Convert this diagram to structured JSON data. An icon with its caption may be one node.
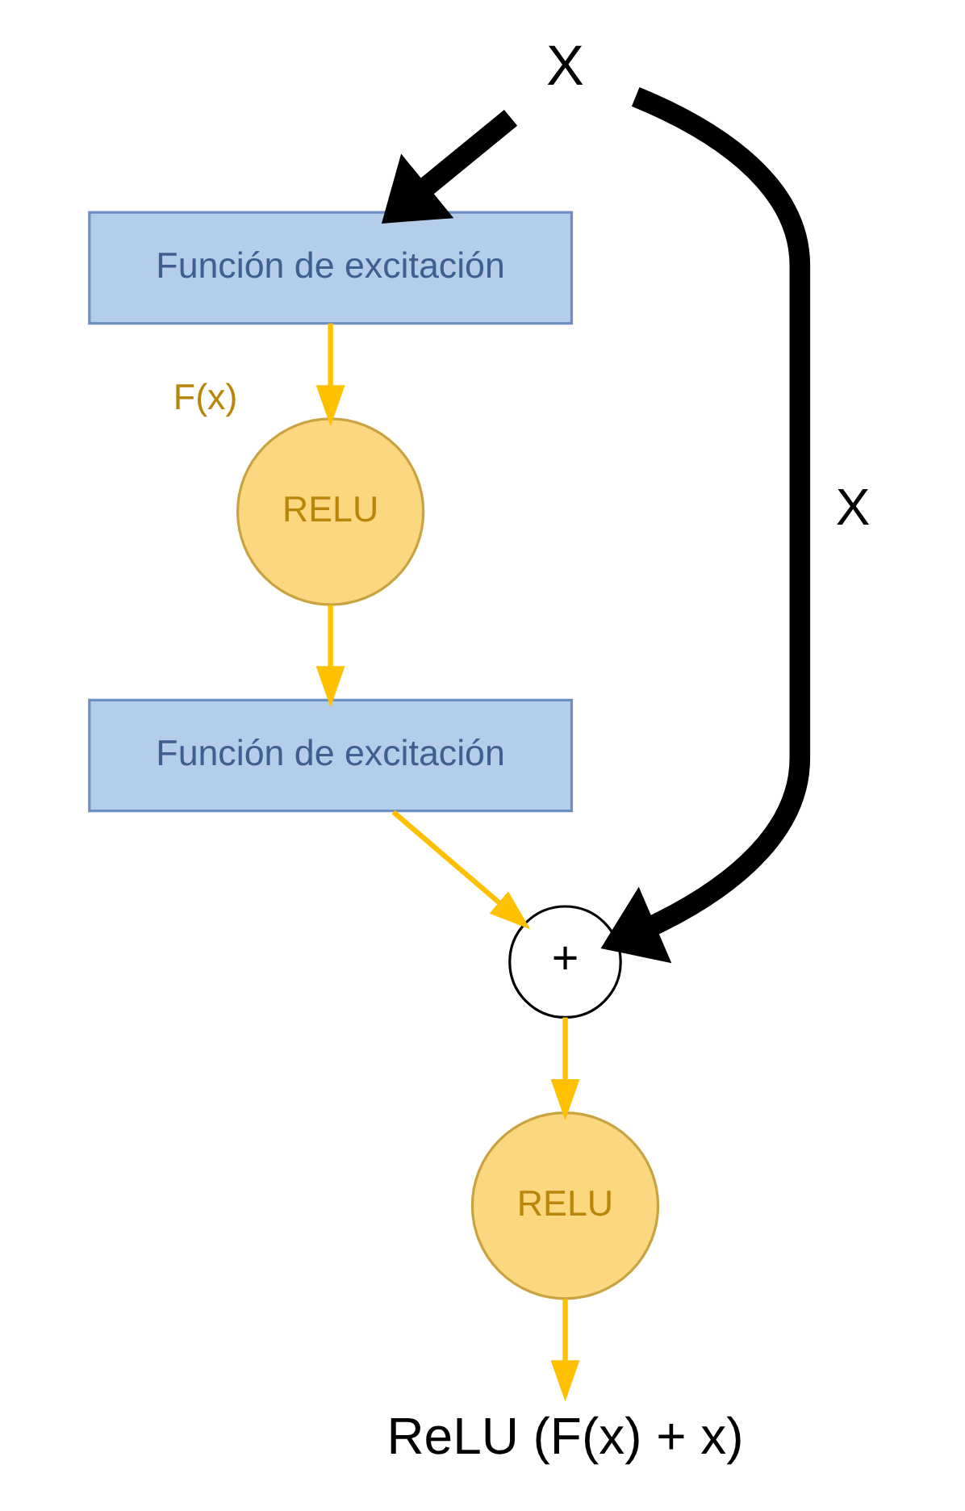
{
  "diagram": {
    "nodes": [
      {
        "text": [
          "X"
        ]
      },
      {
        "text": [
          "Función de excitación"
        ]
      },
      {
        "text": [
          "RELU"
        ],
        "beside": [
          "F(x)"
        ]
      },
      {
        "text": [
          "Función de excitación"
        ]
      },
      {
        "text": [
          "+"
        ]
      },
      {
        "text": [
          "RELU"
        ]
      },
      {
        "text": [
          "ReLU (F(x) + x)"
        ]
      }
    ],
    "edges": [
      {
        "from": 0,
        "to": 1,
        "arrow": "to",
        "style": "thick",
        "color": "#000000"
      },
      {
        "from": 0,
        "to": 4,
        "arrow": "to",
        "style": "thick",
        "color": "#000000",
        "label": "X"
      },
      {
        "from": 1,
        "to": 2,
        "arrow": "to"
      },
      {
        "from": 2,
        "to": 3,
        "arrow": "to"
      },
      {
        "from": 3,
        "to": 4,
        "arrow": "to"
      },
      {
        "from": 4,
        "to": 5,
        "arrow": "to"
      },
      {
        "from": 5,
        "to": 6,
        "arrow": "to"
      }
    ]
  }
}
